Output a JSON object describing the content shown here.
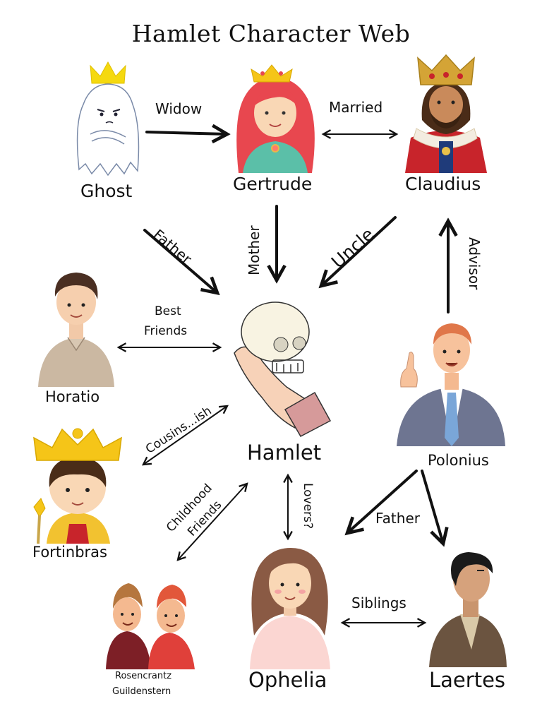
{
  "title": "Hamlet Character Web",
  "characters": {
    "ghost": "Ghost",
    "gertrude": "Gertrude",
    "claudius": "Claudius",
    "horatio": "Horatio",
    "hamlet": "Hamlet",
    "polonius": "Polonius",
    "fortinbras": "Fortinbras",
    "rosencrantz": "Rosencrantz",
    "guildenstern": "Guildenstern",
    "ophelia": "Ophelia",
    "laertes": "Laertes"
  },
  "relations": {
    "widow": "Widow",
    "married": "Married",
    "father_ghost": "Father",
    "mother": "Mother",
    "uncle": "Uncle",
    "advisor": "Advisor",
    "best": "Best",
    "friends": "Friends",
    "cousins": "Cousins...ish",
    "childhood": "Childhood",
    "childhood_friends": "Friends",
    "lovers": "Lovers?",
    "father_polonius": "Father",
    "siblings": "Siblings"
  },
  "colors": {
    "ink": "#111111",
    "crown_gold": "#f5c518",
    "gertrude_hair": "#e8474f",
    "claudius_robe": "#c8242b",
    "skin": "#f6c9a3"
  }
}
